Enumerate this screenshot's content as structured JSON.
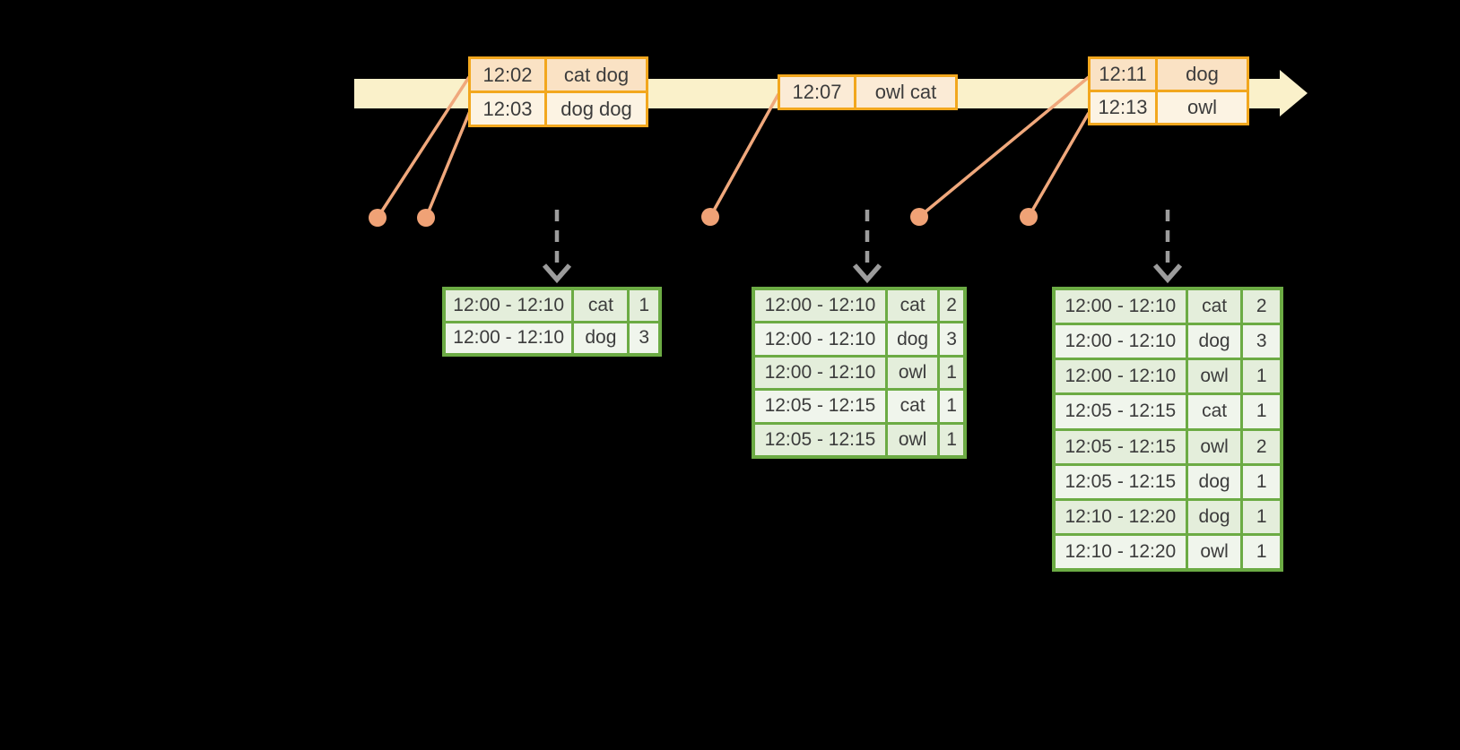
{
  "colors": {
    "background": "#000000",
    "timeline_band": "#FAF1CA",
    "event_table_border": "#F2A71E",
    "event_row_dark": "#FAE2C4",
    "event_row_light": "#FCF3E3",
    "event_row_mid": "#FBEBD6",
    "connector_line": "#F0A87C",
    "event_dot": "#F0A276",
    "trigger_arrow": "#9C9C9C",
    "result_table_border": "#6CAB44",
    "result_row_dark": "#E4EEDB",
    "result_row_light": "#F0F5EC",
    "text": "#3C3C3C"
  },
  "icons": {
    "timeline_arrowhead": "filled right-pointing triangle (cream)",
    "event_dot": "filled salmon circle",
    "trigger_down_arrow": "gray dashed vertical line with chevron head"
  },
  "timeline": {
    "events": [
      {
        "rows": [
          {
            "time": "12:02",
            "words": "cat dog"
          },
          {
            "time": "12:03",
            "words": "dog dog"
          }
        ]
      },
      {
        "rows": [
          {
            "time": "12:07",
            "words": "owl cat"
          }
        ]
      },
      {
        "rows": [
          {
            "time": "12:11",
            "words": "dog"
          },
          {
            "time": "12:13",
            "words": "owl"
          }
        ]
      }
    ]
  },
  "results": [
    {
      "rows": [
        [
          "12:00 - 12:10",
          "cat",
          "1"
        ],
        [
          "12:00 - 12:10",
          "dog",
          "3"
        ]
      ]
    },
    {
      "rows": [
        [
          "12:00 - 12:10",
          "cat",
          "2"
        ],
        [
          "12:00 - 12:10",
          "dog",
          "3"
        ],
        [
          "12:00 - 12:10",
          "owl",
          "1"
        ],
        [
          "12:05 - 12:15",
          "cat",
          "1"
        ],
        [
          "12:05 - 12:15",
          "owl",
          "1"
        ]
      ]
    },
    {
      "rows": [
        [
          "12:00 - 12:10",
          "cat",
          "2"
        ],
        [
          "12:00 - 12:10",
          "dog",
          "3"
        ],
        [
          "12:00 - 12:10",
          "owl",
          "1"
        ],
        [
          "12:05 - 12:15",
          "cat",
          "1"
        ],
        [
          "12:05 - 12:15",
          "owl",
          "2"
        ],
        [
          "12:05 - 12:15",
          "dog",
          "1"
        ],
        [
          "12:10 - 12:20",
          "dog",
          "1"
        ],
        [
          "12:10 - 12:20",
          "owl",
          "1"
        ]
      ]
    }
  ]
}
